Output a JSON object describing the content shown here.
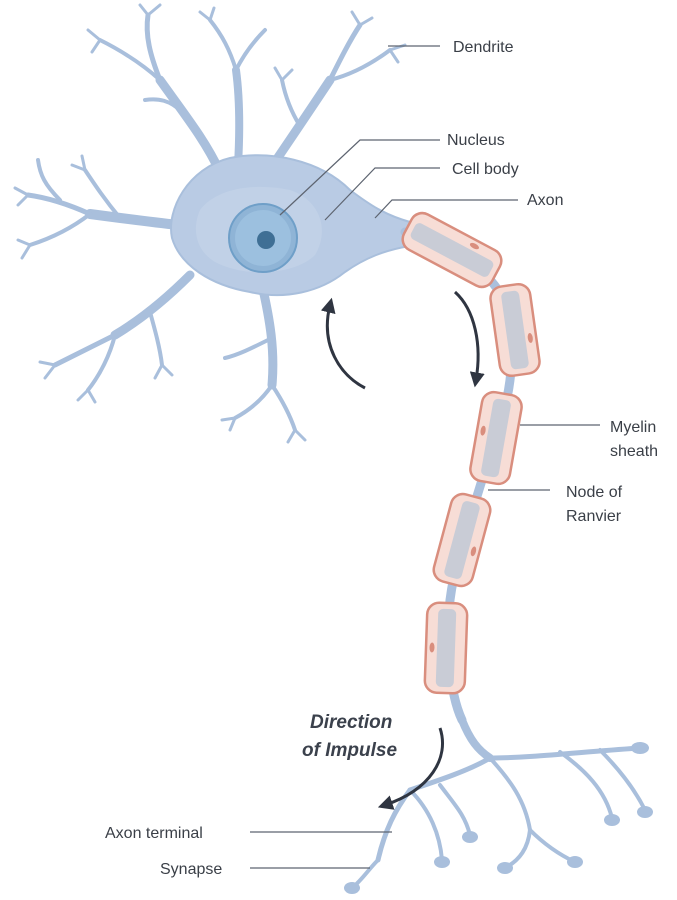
{
  "labels": {
    "dendrite": "Dendrite",
    "nucleus": "Nucleus",
    "cell_body": "Cell body",
    "axon": "Axon",
    "myelin_line1": "Myelin",
    "myelin_line2": "sheath",
    "node_line1": "Node of",
    "node_line2": "Ranvier",
    "direction_line1": "Direction",
    "direction_line2": "of Impulse",
    "axon_terminal": "Axon terminal",
    "synapse": "Synapse"
  },
  "colors": {
    "neuron_fill": "#b9cbe4",
    "neuron_stroke": "#a9bfdc",
    "nucleus_outer": "#8fb4d6",
    "nucleus_inner": "#3f6f95",
    "myelin_fill": "#f7ddd6",
    "myelin_stroke": "#d98e7e",
    "axon_core": "#c9ccd6",
    "arrow": "#2f3541",
    "leader_line": "#5d6470"
  }
}
